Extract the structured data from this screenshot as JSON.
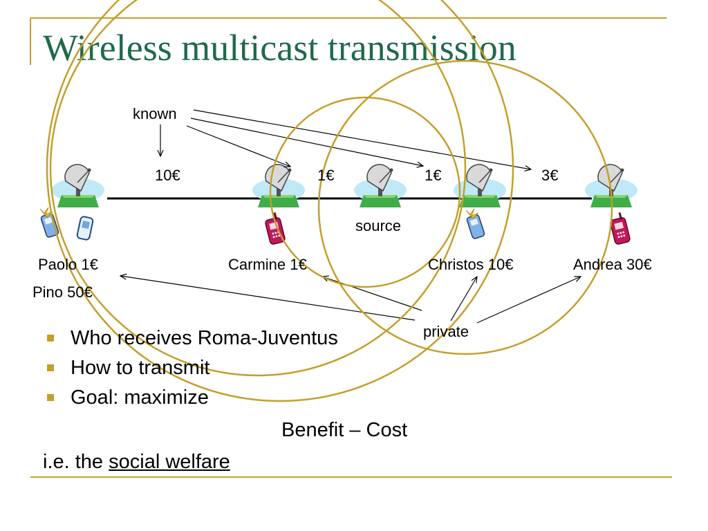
{
  "slide": {
    "title": "Wireless multicast transmission"
  },
  "diagram": {
    "known_label": "known",
    "private_label": "private",
    "source_label": "source",
    "prices": [
      "10€",
      "1€",
      "1€",
      "3€"
    ],
    "users": [
      "Paolo 1€",
      "Pino 50€",
      "Carmine 1€",
      "Christos 10€",
      "Andrea 30€"
    ]
  },
  "bullets": [
    "Who receives Roma-Juventus",
    "How to transmit",
    "Goal: maximize"
  ],
  "formula": "Benefit – Cost",
  "conclusion": {
    "prefix": "i.e. the ",
    "emphasis": "social welfare"
  },
  "colors": {
    "accent": "#c39f2a",
    "title": "#1f6a4a"
  },
  "icons": [
    "satellite-dish-icon",
    "cell-phone-icon"
  ]
}
